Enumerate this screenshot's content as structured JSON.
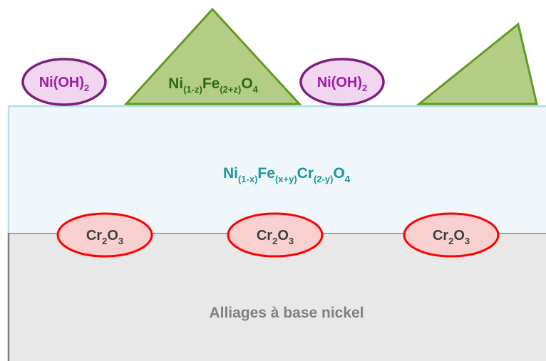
{
  "colors": {
    "substrate_fill": "#e8e8e8",
    "substrate_edge": "#7f7f7f",
    "spinel_fill": "#f0f7fa",
    "spinel_edge": "#b7dde8",
    "spinel_text": "#17999c",
    "nodule_fill": "#f8d0d0",
    "nodule_edge": "#ff0000",
    "nodule_text": "#404040",
    "hydroxide_fill": "#f0d6ee",
    "hydroxide_edge": "#7b1f7f",
    "hydroxide_text": "#a31aa8",
    "crystal_fill": "#b4cd86",
    "crystal_edge": "#5f9c1f",
    "crystal_text": "#2d6a10",
    "substrate_text": "#808080"
  },
  "labels": {
    "substrate": "Alliages à base nickel",
    "spinel": {
      "a": "Ni",
      "a_sub": "(1-x)",
      "b": "Fe",
      "b_sub": "(x+y)",
      "c": "Cr",
      "c_sub": "(2-y)",
      "d": "O",
      "d_sub": "4"
    },
    "chromia": {
      "a": "Cr",
      "a_sub": "2",
      "b": "O",
      "b_sub": "3"
    },
    "hydroxide": {
      "a": "Ni(OH)",
      "a_sub": "2"
    },
    "crystal": {
      "a": "Ni",
      "a_sub": "(1-z)",
      "b": "Fe",
      "b_sub": "(2+z)",
      "c": "O",
      "c_sub": "4"
    }
  }
}
